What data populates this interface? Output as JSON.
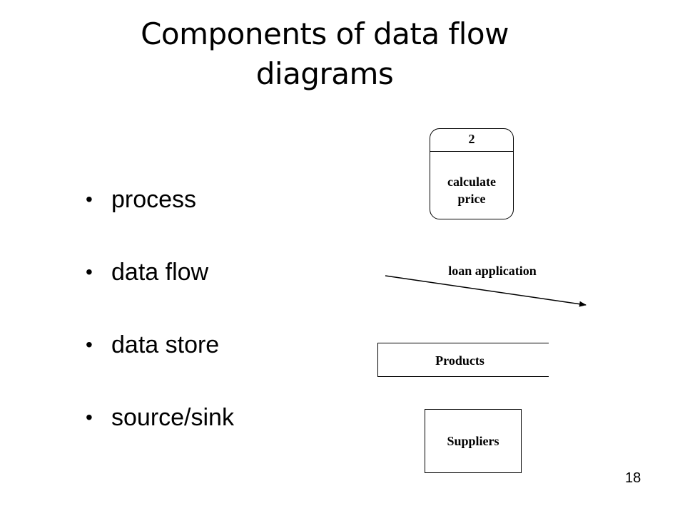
{
  "slide": {
    "title_line1": "Components of data flow",
    "title_line2": "diagrams",
    "bullets": [
      {
        "text": "process"
      },
      {
        "text": "data flow"
      },
      {
        "text": "data store"
      },
      {
        "text": "source/sink"
      }
    ],
    "bullet_symbol": "•",
    "page_number": "18"
  },
  "diagram": {
    "process": {
      "id": "2",
      "name_line1": "calculate",
      "name_line2": "price"
    },
    "data_flow": {
      "label": "loan application"
    },
    "data_store": {
      "label": "Products"
    },
    "source_sink": {
      "label": "Suppliers"
    }
  }
}
